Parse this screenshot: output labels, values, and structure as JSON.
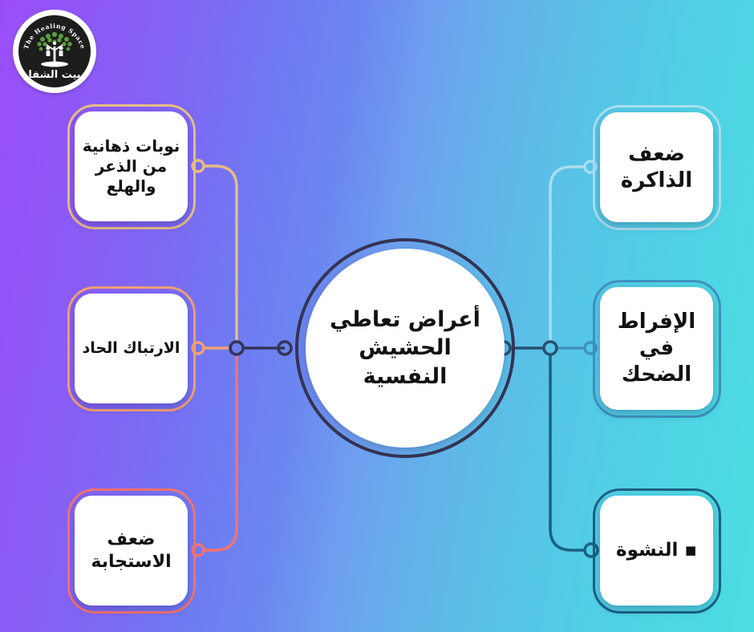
{
  "logo": {
    "name": "the-healing-space-logo",
    "arc_text": "The Healing Space",
    "arabic_text": "بيت الشفا",
    "icon": "tree-with-people-icon"
  },
  "background": {
    "gradient_from": "#9b4ef7",
    "gradient_mid": "#6e9ef0",
    "gradient_to": "#4cdde2"
  },
  "center": {
    "label": "أعراض تعاطي الحشيش النفسية",
    "lines": [
      "أعراض",
      "تعاطي",
      "الحشيش",
      "النفسية"
    ],
    "border_color": "#343455",
    "fill_color": "#ffffff"
  },
  "branches": {
    "left": [
      {
        "id": "psychotic-panic-attacks",
        "label": "نوبات ذهانية من الذعر والهلع",
        "lines": [
          "نوبات ذهانية",
          "من الذعر",
          "والهلع"
        ],
        "accent": "#e8bd85",
        "font_size": "20px"
      },
      {
        "id": "acute-confusion",
        "label": "الارتباك الحاد",
        "lines": [
          "الارتباك الحاد"
        ],
        "accent": "#f2a071",
        "font_size": "19px"
      },
      {
        "id": "poor-response",
        "label": "ضعف الاستجابة",
        "lines": [
          "ضعف",
          "الاستجابة"
        ],
        "accent": "#f4726f",
        "font_size": "22px"
      }
    ],
    "right": [
      {
        "id": "memory-impairment",
        "label": "ضعف الذاكرة",
        "lines": [
          "ضعف",
          "الذاكرة"
        ],
        "accent": "#a8dff0",
        "font_size": "26px"
      },
      {
        "id": "excessive-laughter",
        "label": "الإفراط في الضحك",
        "lines": [
          "الإفراط",
          "في",
          "الضحك"
        ],
        "accent": "#3f93bd",
        "font_size": "26px"
      },
      {
        "id": "euphoria",
        "label": "▪ النشوة",
        "lines": [
          "▪ النشوة"
        ],
        "accent": "#1b6184",
        "font_size": "23px"
      }
    ]
  },
  "connectors": {
    "hub_left_node": "junction-node-hub-left",
    "hub_right_node": "junction-node-hub-right",
    "trunk_left_node": "junction-node-trunk-left",
    "trunk_right_node": "junction-node-trunk-right",
    "dark_wire_color": "#343455"
  }
}
